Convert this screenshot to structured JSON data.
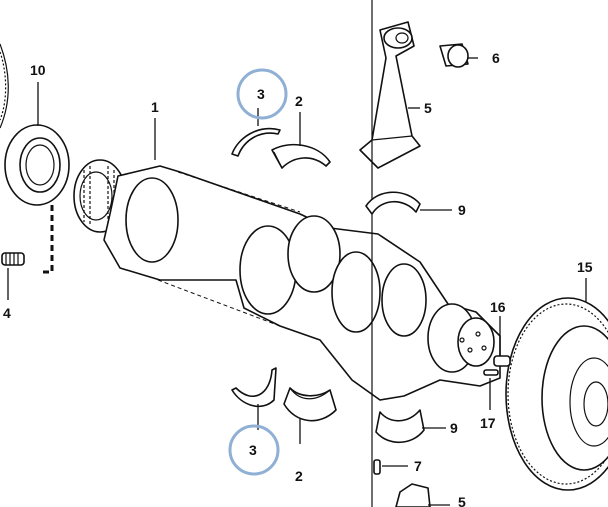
{
  "diagram": {
    "highlight_color": "#8fb0d4",
    "labels": {
      "p1": "1",
      "p2_top": "2",
      "p2_bottom": "2",
      "p3_top": "3",
      "p3_bottom": "3",
      "p4": "4",
      "p5_top": "5",
      "p5_bottom": "5",
      "p6": "6",
      "p7": "7",
      "p9_top": "9",
      "p9_bottom": "9",
      "p10": "10",
      "p15": "15",
      "p16": "16",
      "p17": "17"
    }
  }
}
